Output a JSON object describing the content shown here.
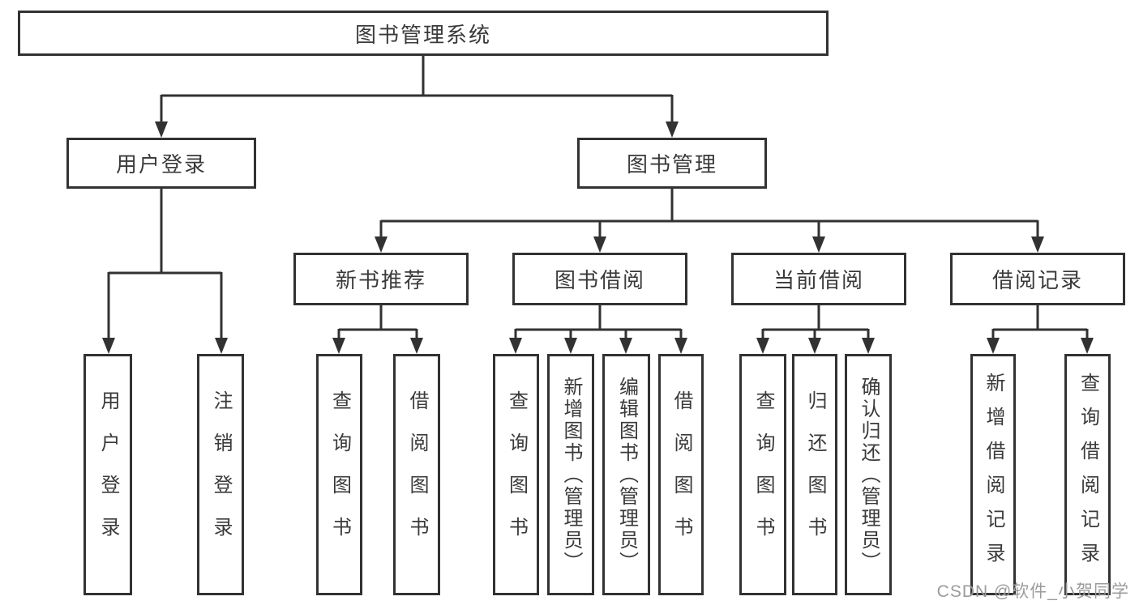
{
  "diagram": {
    "title": "图书管理系统",
    "root": {
      "label": "图书管理系统"
    },
    "branches": [
      {
        "label": "用户登录",
        "children": [
          {
            "label": "用户登录"
          },
          {
            "label": "注销登录"
          }
        ]
      },
      {
        "label": "图书管理",
        "children": [
          {
            "label": "新书推荐",
            "children": [
              {
                "label": "查询图书"
              },
              {
                "label": "借阅图书"
              }
            ]
          },
          {
            "label": "图书借阅",
            "children": [
              {
                "label": "查询图书"
              },
              {
                "label": "新增图书（管理员）"
              },
              {
                "label": "编辑图书（管理员）"
              },
              {
                "label": "借阅图书"
              }
            ]
          },
          {
            "label": "当前借阅",
            "children": [
              {
                "label": "查询图书"
              },
              {
                "label": "归还图书"
              },
              {
                "label": "确认归还（管理员）"
              }
            ]
          },
          {
            "label": "借阅记录",
            "children": [
              {
                "label": "新增借阅记录"
              },
              {
                "label": "查询借阅记录"
              }
            ]
          }
        ]
      }
    ]
  },
  "watermark": "CSDN @软件_小贺同学",
  "colors": {
    "line": "#323232",
    "box_border": "#323232",
    "text": "#3a3a3a",
    "watermark": "#9b9b9b",
    "background": "#ffffff"
  }
}
